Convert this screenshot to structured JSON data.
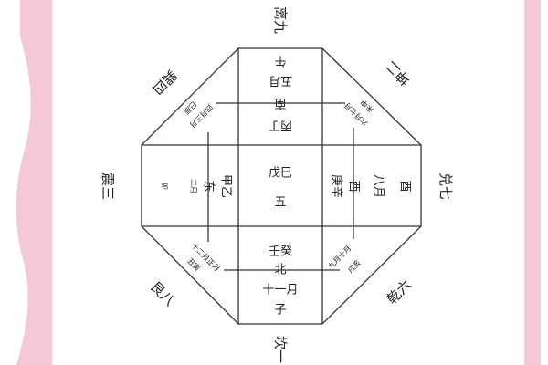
{
  "colors": {
    "border_pink": "#f6c6d9",
    "line": "#333333",
    "background": "#ffffff"
  },
  "trigrams": {
    "south": "离九",
    "southwest": "坤二",
    "west": "兑七",
    "northwest": "乾六",
    "north": "坎一",
    "northeast": "艮八",
    "east": "震三",
    "southeast": "巽四"
  },
  "cells": {
    "south": {
      "branch": "午",
      "month": "五月",
      "direction": "南",
      "stems": "丙丁"
    },
    "southeast": {
      "branches": "巳辰",
      "months": "四月三月"
    },
    "southwest": {
      "branches": "未申",
      "months": "六月七月"
    },
    "east": {
      "stems": "甲乙",
      "direction": "东",
      "branch": "卯",
      "month": "二月"
    },
    "center": {
      "stems": "戊巳",
      "number": "五"
    },
    "west": {
      "stems": "庚辛",
      "direction": "西",
      "month": "八月",
      "branch": "酉"
    },
    "northeast": {
      "months": "十二月正月",
      "branches": "丑寅"
    },
    "northwest": {
      "months": "九月十月",
      "branches": "戌亥"
    },
    "north": {
      "stems": "壬癸",
      "direction": "北",
      "month": "十一月",
      "branch": "子"
    }
  }
}
